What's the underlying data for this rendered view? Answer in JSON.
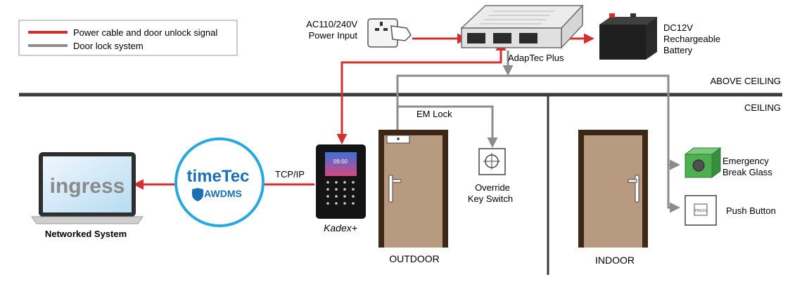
{
  "legend": {
    "items": [
      {
        "label": "Power cable and door unlock signal",
        "color": "#d32f2f"
      },
      {
        "label": "Door lock system",
        "color": "#8c8c8c"
      }
    ]
  },
  "labels": {
    "power_input": [
      "AC110/240V",
      "Power Input"
    ],
    "adaptec": "AdapTec Plus",
    "battery": [
      "DC12V",
      "Rechargeable",
      "Battery"
    ],
    "above_ceiling": "ABOVE CEILING",
    "ceiling": "CEILING",
    "em_lock": "EM Lock",
    "override": [
      "Override",
      "Key Switch"
    ],
    "emergency": [
      "Emergency",
      "Break Glass"
    ],
    "push_button": "Push Button",
    "tcp_ip": "TCP/IP",
    "networked": "Networked System",
    "outdoor": "OUTDOOR",
    "indoor": "INDOOR",
    "kadex": "Kadex+"
  },
  "logos": {
    "ingress": "ingress",
    "timetec": "timeTec",
    "awdms": "AWDMS",
    "terminal_clock": "09:00",
    "push_plate": "PRESS"
  },
  "colors": {
    "power": "#d32f2f",
    "lock": "#8c8c8c",
    "ceiling": "#3a3a3a",
    "door_frame": "#3d2817",
    "door_panel": "#b89a80",
    "circle": "#29a8e0",
    "green": "#4caf50"
  }
}
